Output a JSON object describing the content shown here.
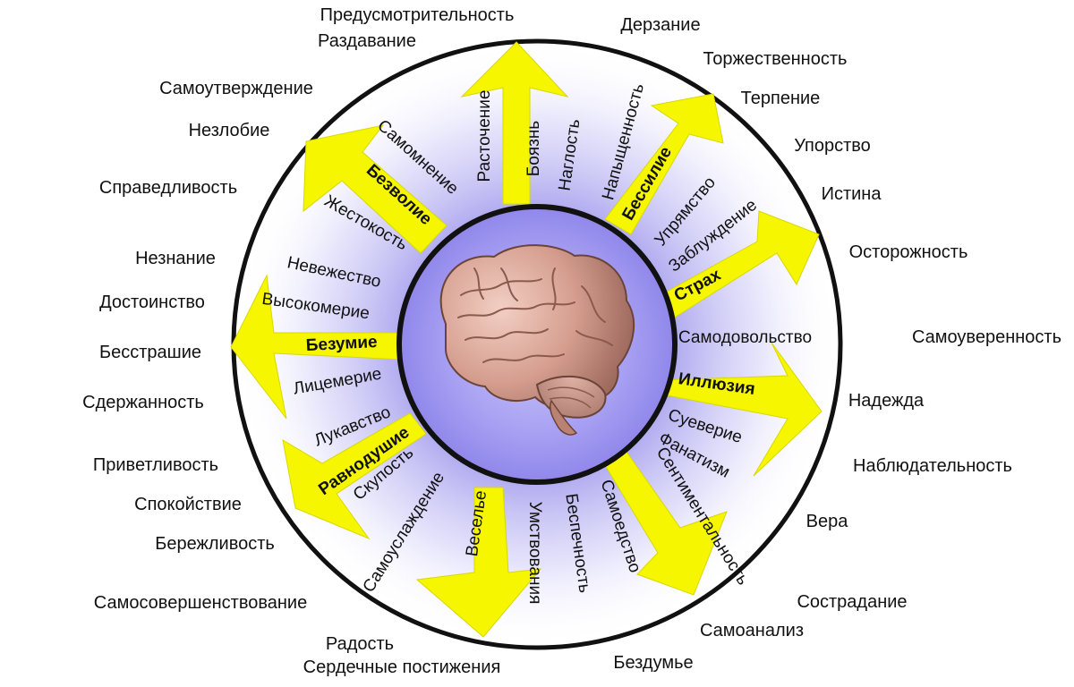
{
  "colors": {
    "arrow": "#f6f600",
    "ring": "#111111",
    "inner_disc": "#a7a0f2",
    "halo": "#8c84e8"
  },
  "center_image": "brain-illustration",
  "outer_virtues": [
    "Предусмотрительность",
    "Раздавание",
    "Дерзание",
    "Торжественность",
    "Терпение",
    "Упорство",
    "Истина",
    "Осторожность",
    "Самоуверенность",
    "Надежда",
    "Наблюдательность",
    "Вера",
    "Сострадание",
    "Самоанализ",
    "Бездумье",
    "Сердечные постижения",
    "Радость",
    "Самосовершенствование",
    "Бережливость",
    "Спокойствие",
    "Приветливость",
    "Сдержанность",
    "Бесстрашие",
    "Достоинство",
    "Незнание",
    "Справедливость",
    "Незлобие",
    "Самоутверждение"
  ],
  "arrow_labels": [
    "Безволие",
    "Бессилие",
    "Страх",
    "Иллюзия",
    "Равнодушие",
    "Безумие"
  ],
  "ring_vices": [
    "Самомнение",
    "Жестокость",
    "Расточение",
    "Боязнь",
    "Наглость",
    "Напыщенность",
    "Упрямство",
    "Заблуждение",
    "Самодовольство",
    "Суеверие",
    "Фанатизм",
    "Сентиментальность",
    "Самоедство",
    "Беспечность",
    "Умствования",
    "Веселье",
    "Самоуслаждение",
    "Скупость",
    "Лукавство",
    "Лицемерие",
    "Высокомерие",
    "Невежество"
  ]
}
